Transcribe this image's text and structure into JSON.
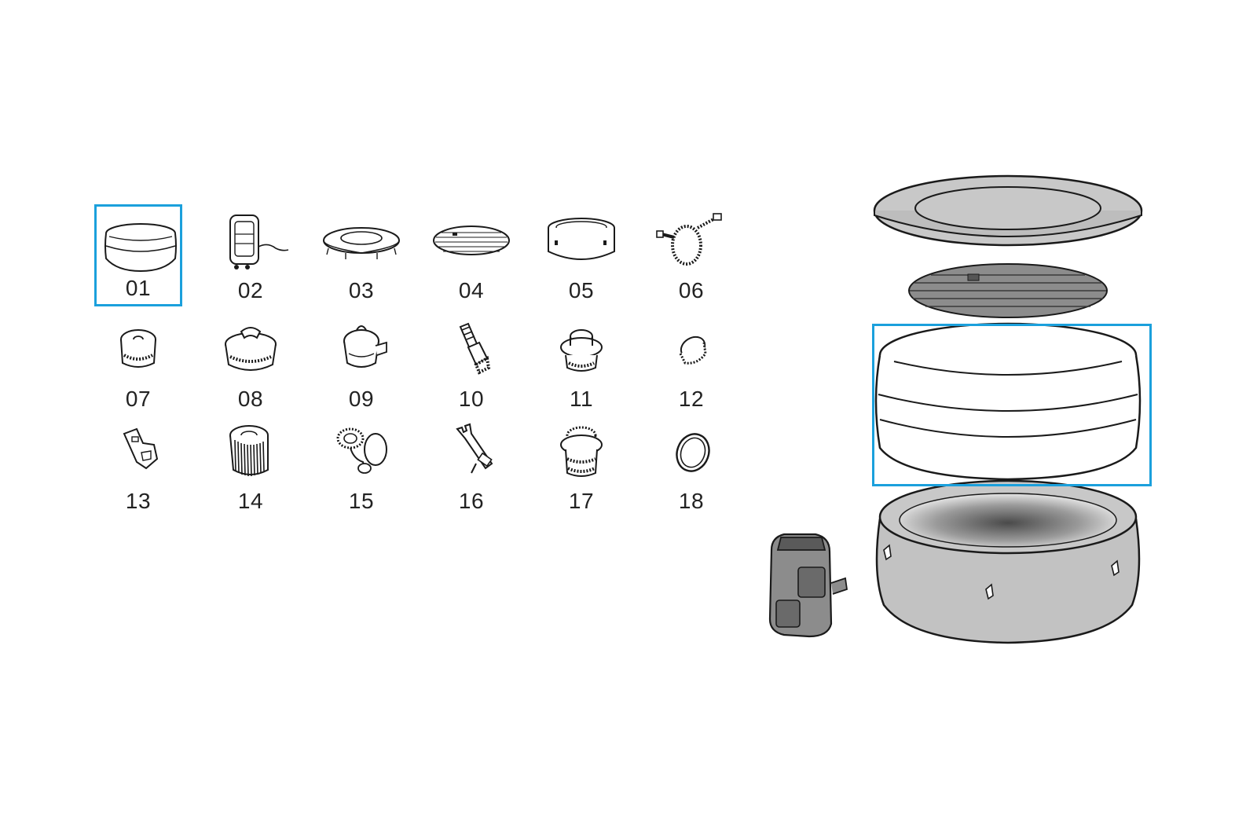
{
  "colors": {
    "highlight": "#1ba0dc",
    "line": "#1a1a1a",
    "part_fill_light": "#ffffff",
    "part_fill_grey": "#c8c8c8",
    "part_fill_dark": "#8c8c8c"
  },
  "selected_part": "01",
  "parts": [
    {
      "num": "01",
      "icon": "inflatable-liner-icon"
    },
    {
      "num": "02",
      "icon": "pump-unit-icon"
    },
    {
      "num": "03",
      "icon": "cover-ring-icon"
    },
    {
      "num": "04",
      "icon": "floor-mat-icon"
    },
    {
      "num": "05",
      "icon": "spa-cover-icon"
    },
    {
      "num": "06",
      "icon": "hose-icon"
    },
    {
      "num": "07",
      "icon": "valve-cap-icon"
    },
    {
      "num": "08",
      "icon": "filter-housing-icon"
    },
    {
      "num": "09",
      "icon": "strainer-connector-icon"
    },
    {
      "num": "10",
      "icon": "hose-adapter-icon"
    },
    {
      "num": "11",
      "icon": "inflation-valve-icon"
    },
    {
      "num": "12",
      "icon": "small-cap-icon"
    },
    {
      "num": "13",
      "icon": "buckle-clip-icon"
    },
    {
      "num": "14",
      "icon": "filter-cartridge-icon"
    },
    {
      "num": "15",
      "icon": "drain-connector-icon"
    },
    {
      "num": "16",
      "icon": "valve-wrench-icon"
    },
    {
      "num": "17",
      "icon": "threaded-fitting-icon"
    },
    {
      "num": "18",
      "icon": "o-ring-icon"
    }
  ],
  "assembly": {
    "layers": [
      "cover-icon",
      "floor-mat-icon",
      "inflatable-liner-icon",
      "spa-tub-icon",
      "pump-unit-icon"
    ],
    "highlighted_layer": "inflatable-liner-icon"
  }
}
